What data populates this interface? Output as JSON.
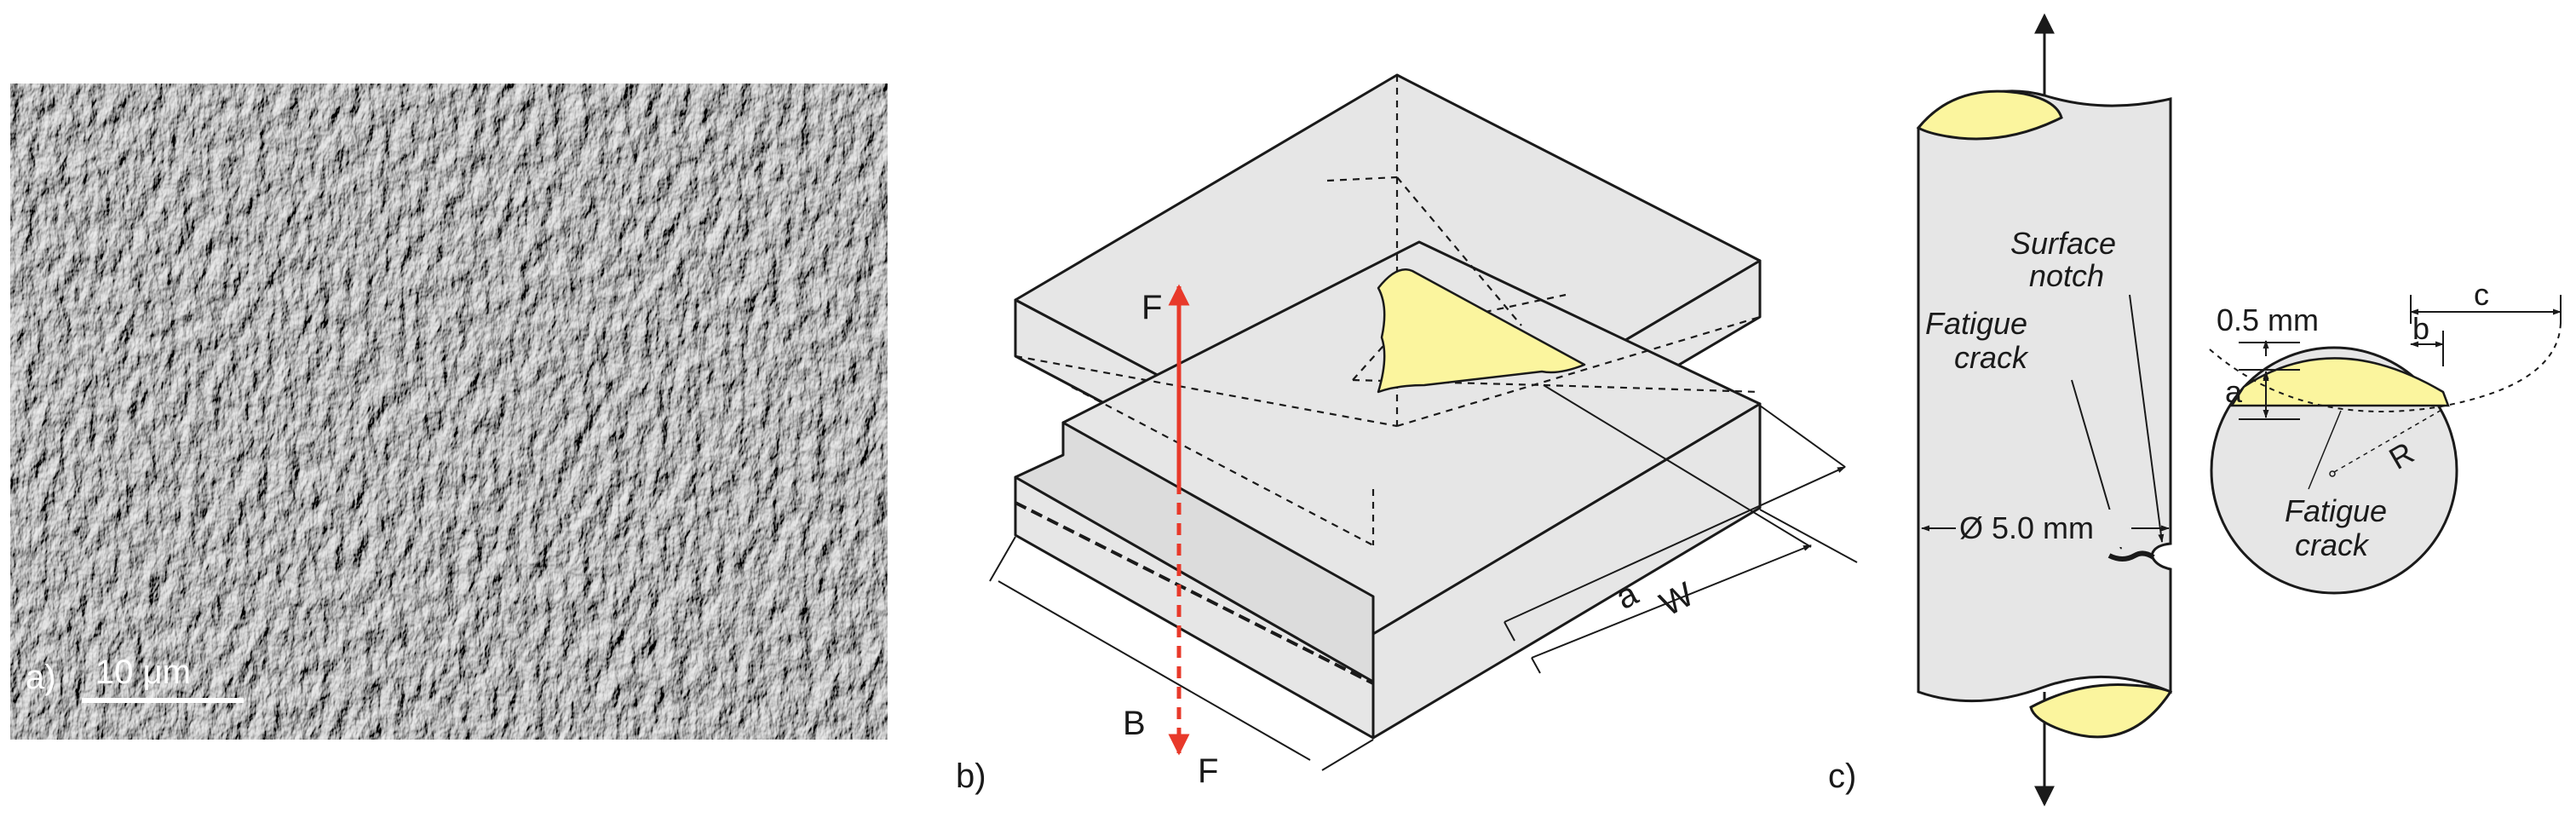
{
  "panel_a": {
    "label": "a)",
    "scale_bar_text": "10 μm"
  },
  "panel_b": {
    "label": "b)",
    "force_top": "F",
    "force_bottom": "F",
    "dim_B": "B",
    "dim_a": "a",
    "dim_W": "W"
  },
  "panel_c": {
    "label": "c)",
    "surface_notch": [
      "Surface",
      "notch"
    ],
    "fatigue_crack": [
      "Fatigue",
      "crack"
    ],
    "diameter": "Ø 5.0 mm",
    "dim_0_5": "0.5 mm",
    "dim_a": "a",
    "dim_b": "b",
    "dim_c": "c",
    "radius": "R",
    "crack_section": [
      "Fatigue",
      "crack"
    ]
  },
  "colors": {
    "crack_fill": "#fbf59e",
    "body_fill": "#e6e6e6",
    "force_arrow": "#e8392a",
    "micrograph_base": "#9a9a9a"
  }
}
